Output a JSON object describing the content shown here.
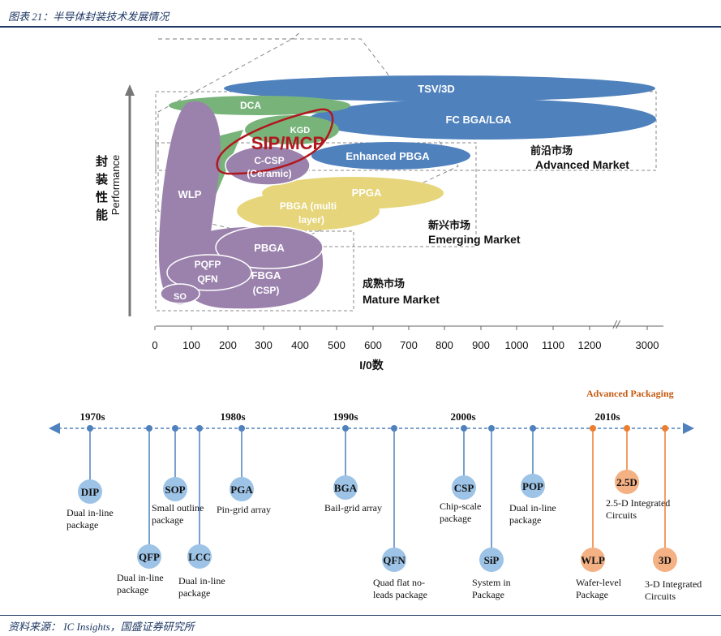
{
  "figure_title": "图表 21：半导体封装技术发展情况",
  "source": "资料来源： IC Insights，国盛证券研究所",
  "chart_data": [
    {
      "type": "bubble-region",
      "ylabel_cn": "封装性能",
      "ylabel_en": "Performance",
      "xlabel": "I/0数",
      "x_ticks": [
        "0",
        "100",
        "200",
        "300",
        "400",
        "500",
        "600",
        "700",
        "800",
        "900",
        "1000",
        "1100",
        "1200",
        "3000"
      ],
      "axis_break": "//",
      "markets": [
        {
          "cn": "前沿市场",
          "en": "Advanced Market"
        },
        {
          "cn": "新兴市场",
          "en": "Emerging Market"
        },
        {
          "cn": "成熟市场",
          "en": "Mature Market"
        }
      ],
      "regions": [
        {
          "label": "TSV/3D",
          "group": "advanced"
        },
        {
          "label": "FC BGA/LGA",
          "group": "advanced"
        },
        {
          "label": "DCA",
          "group": "green"
        },
        {
          "label": "KGD",
          "group": "green"
        },
        {
          "label": "Enhanced PBGA",
          "group": "advanced"
        },
        {
          "label": "SIP/MCP",
          "group": "highlight"
        },
        {
          "label": "C-CSP",
          "group": "purple"
        },
        {
          "label": "(Ceramic)",
          "group": "purple"
        },
        {
          "label": "WLP",
          "group": "purple"
        },
        {
          "label": "PPGA",
          "group": "yellow"
        },
        {
          "label": "PBGA (multi",
          "group": "yellow"
        },
        {
          "label": "layer)",
          "group": "yellow"
        },
        {
          "label": "PBGA",
          "group": "purple"
        },
        {
          "label": "PQFP",
          "group": "purple"
        },
        {
          "label": "QFN",
          "group": "purple"
        },
        {
          "label": "FBGA",
          "group": "purple"
        },
        {
          "label": "(CSP)",
          "group": "purple"
        },
        {
          "label": "SO",
          "group": "purple"
        }
      ],
      "colors": {
        "advanced": "#4f81bd",
        "green": "#78b47a",
        "purple": "#9b82ad",
        "yellow": "#e6d57a",
        "highlight": "#b0181e"
      }
    },
    {
      "type": "timeline",
      "header": "Advanced Packaging",
      "decades": [
        "1970s",
        "1980s",
        "1990s",
        "2000s",
        "2010s"
      ],
      "packages": [
        {
          "abbr": "DIP",
          "desc": [
            "Dual in-line",
            "package"
          ],
          "advanced": false
        },
        {
          "abbr": "QFP",
          "desc": [
            "Dual in-line",
            "package"
          ],
          "advanced": false
        },
        {
          "abbr": "SOP",
          "desc": [
            "Small outline",
            "package"
          ],
          "advanced": false
        },
        {
          "abbr": "LCC",
          "desc": [
            "Dual in-line",
            "package"
          ],
          "advanced": false
        },
        {
          "abbr": "PGA",
          "desc": [
            "Pin-grid array"
          ],
          "advanced": false
        },
        {
          "abbr": "BGA",
          "desc": [
            "Bail-grid array"
          ],
          "advanced": false
        },
        {
          "abbr": "QFN",
          "desc": [
            "Quad flat no-",
            "leads package"
          ],
          "advanced": false
        },
        {
          "abbr": "CSP",
          "desc": [
            "Chip-scale",
            "package"
          ],
          "advanced": false
        },
        {
          "abbr": "SiP",
          "desc": [
            "System in",
            "Package"
          ],
          "advanced": false
        },
        {
          "abbr": "POP",
          "desc": [
            "Dual in-line",
            "package"
          ],
          "advanced": false
        },
        {
          "abbr": "WLP",
          "desc": [
            "Wafer-level",
            "Package"
          ],
          "advanced": true
        },
        {
          "abbr": "2.5D",
          "desc": [
            "2.5-D Integrated",
            "Circuits"
          ],
          "advanced": true
        },
        {
          "abbr": "3D",
          "desc": [
            "3-D Integrated",
            "Circuits"
          ],
          "advanced": true
        }
      ],
      "colors": {
        "line": "#4f81bd",
        "node": "#9dc3e6",
        "advanced": "#f4b183",
        "advanced_line": "#ed7d31",
        "header": "#c55a11"
      }
    }
  ]
}
